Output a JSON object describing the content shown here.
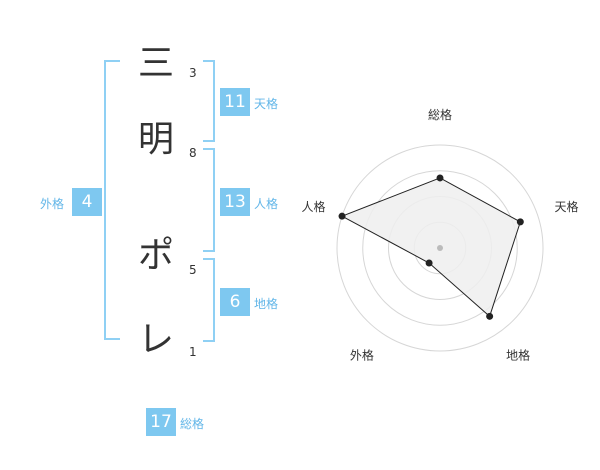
{
  "name_chars": [
    {
      "char": "三",
      "strokes": "3"
    },
    {
      "char": "明",
      "strokes": "8"
    },
    {
      "char": "ポ",
      "strokes": "5"
    },
    {
      "char": "レ",
      "strokes": "1"
    }
  ],
  "kakusu": {
    "tenkaku": {
      "value": "11",
      "label": "天格"
    },
    "jinkaku": {
      "value": "13",
      "label": "人格"
    },
    "chikaku": {
      "value": "6",
      "label": "地格"
    },
    "gaikaku": {
      "value": "4",
      "label": "外格"
    },
    "soukaku": {
      "value": "17",
      "label": "総格"
    }
  },
  "chart_data": {
    "type": "radar",
    "axes": [
      "総格",
      "天格",
      "地格",
      "外格",
      "人格"
    ],
    "values": [
      0.68,
      0.82,
      0.82,
      0.18,
      1.0
    ],
    "range": [
      0,
      1
    ],
    "grid": true,
    "rings": 4,
    "fill_color": "#eeeeee",
    "line_color": "#222222"
  }
}
